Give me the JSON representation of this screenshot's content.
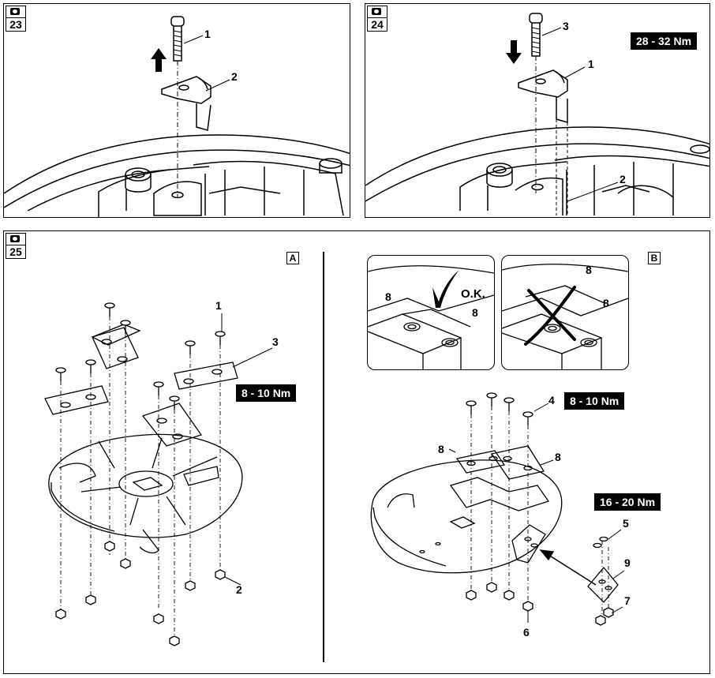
{
  "panels": {
    "p23": {
      "number": "23",
      "callouts": [
        "1",
        "2"
      ]
    },
    "p24": {
      "number": "24",
      "torque": "28 - 32 Nm",
      "callouts": [
        "3",
        "1",
        "2"
      ]
    },
    "p25": {
      "number": "25",
      "section_a": {
        "letter": "A",
        "torque": "8 - 10 Nm",
        "callouts": [
          "1",
          "3",
          "2"
        ]
      },
      "section_b": {
        "letter": "B",
        "ok_label": "O.K.",
        "torque_upper": "8 - 10 Nm",
        "torque_lower": "16 - 20 Nm",
        "callouts": [
          "8",
          "8",
          "8",
          "8",
          "4",
          "8",
          "8",
          "5",
          "9",
          "7",
          "6"
        ]
      }
    }
  },
  "icons": [
    "camera-icon",
    "arrow-up-icon",
    "arrow-down-icon",
    "checkmark-icon",
    "cross-icon"
  ],
  "colors": {
    "ink": "#000000",
    "paper": "#ffffff"
  }
}
